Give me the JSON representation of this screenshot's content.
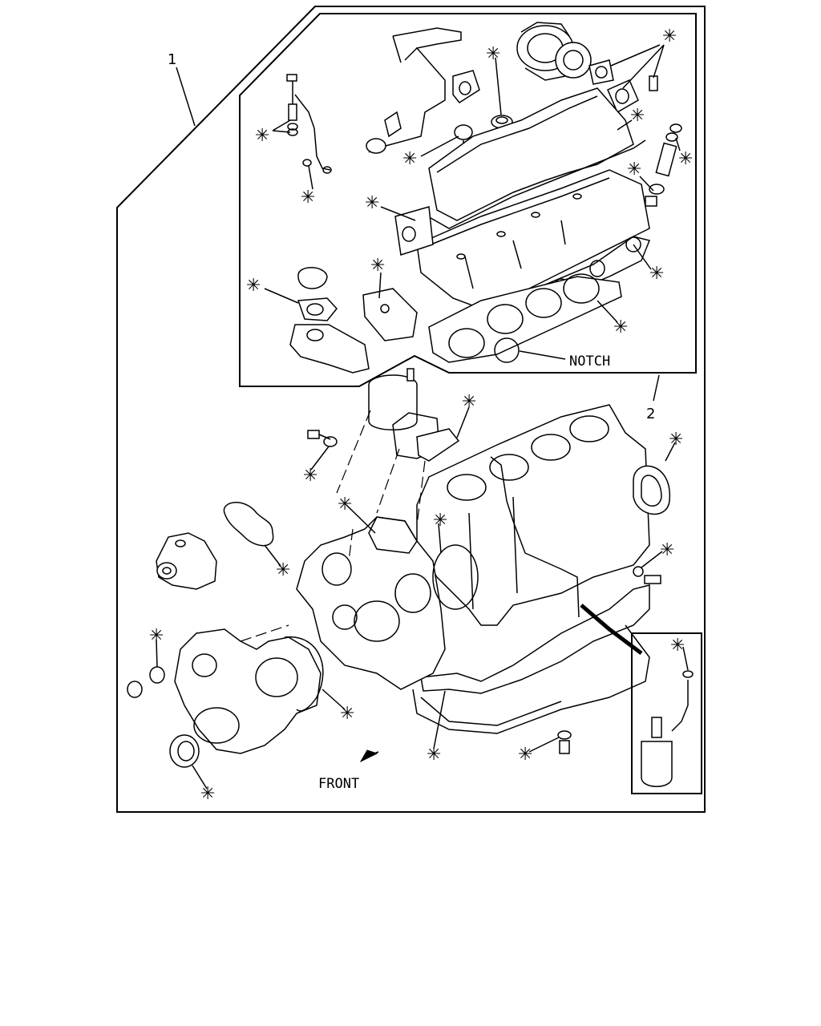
{
  "callouts": {
    "item_1": "1",
    "item_2": "2",
    "notch": "NOTCH",
    "front": "FRONT",
    "marker": "✳"
  }
}
